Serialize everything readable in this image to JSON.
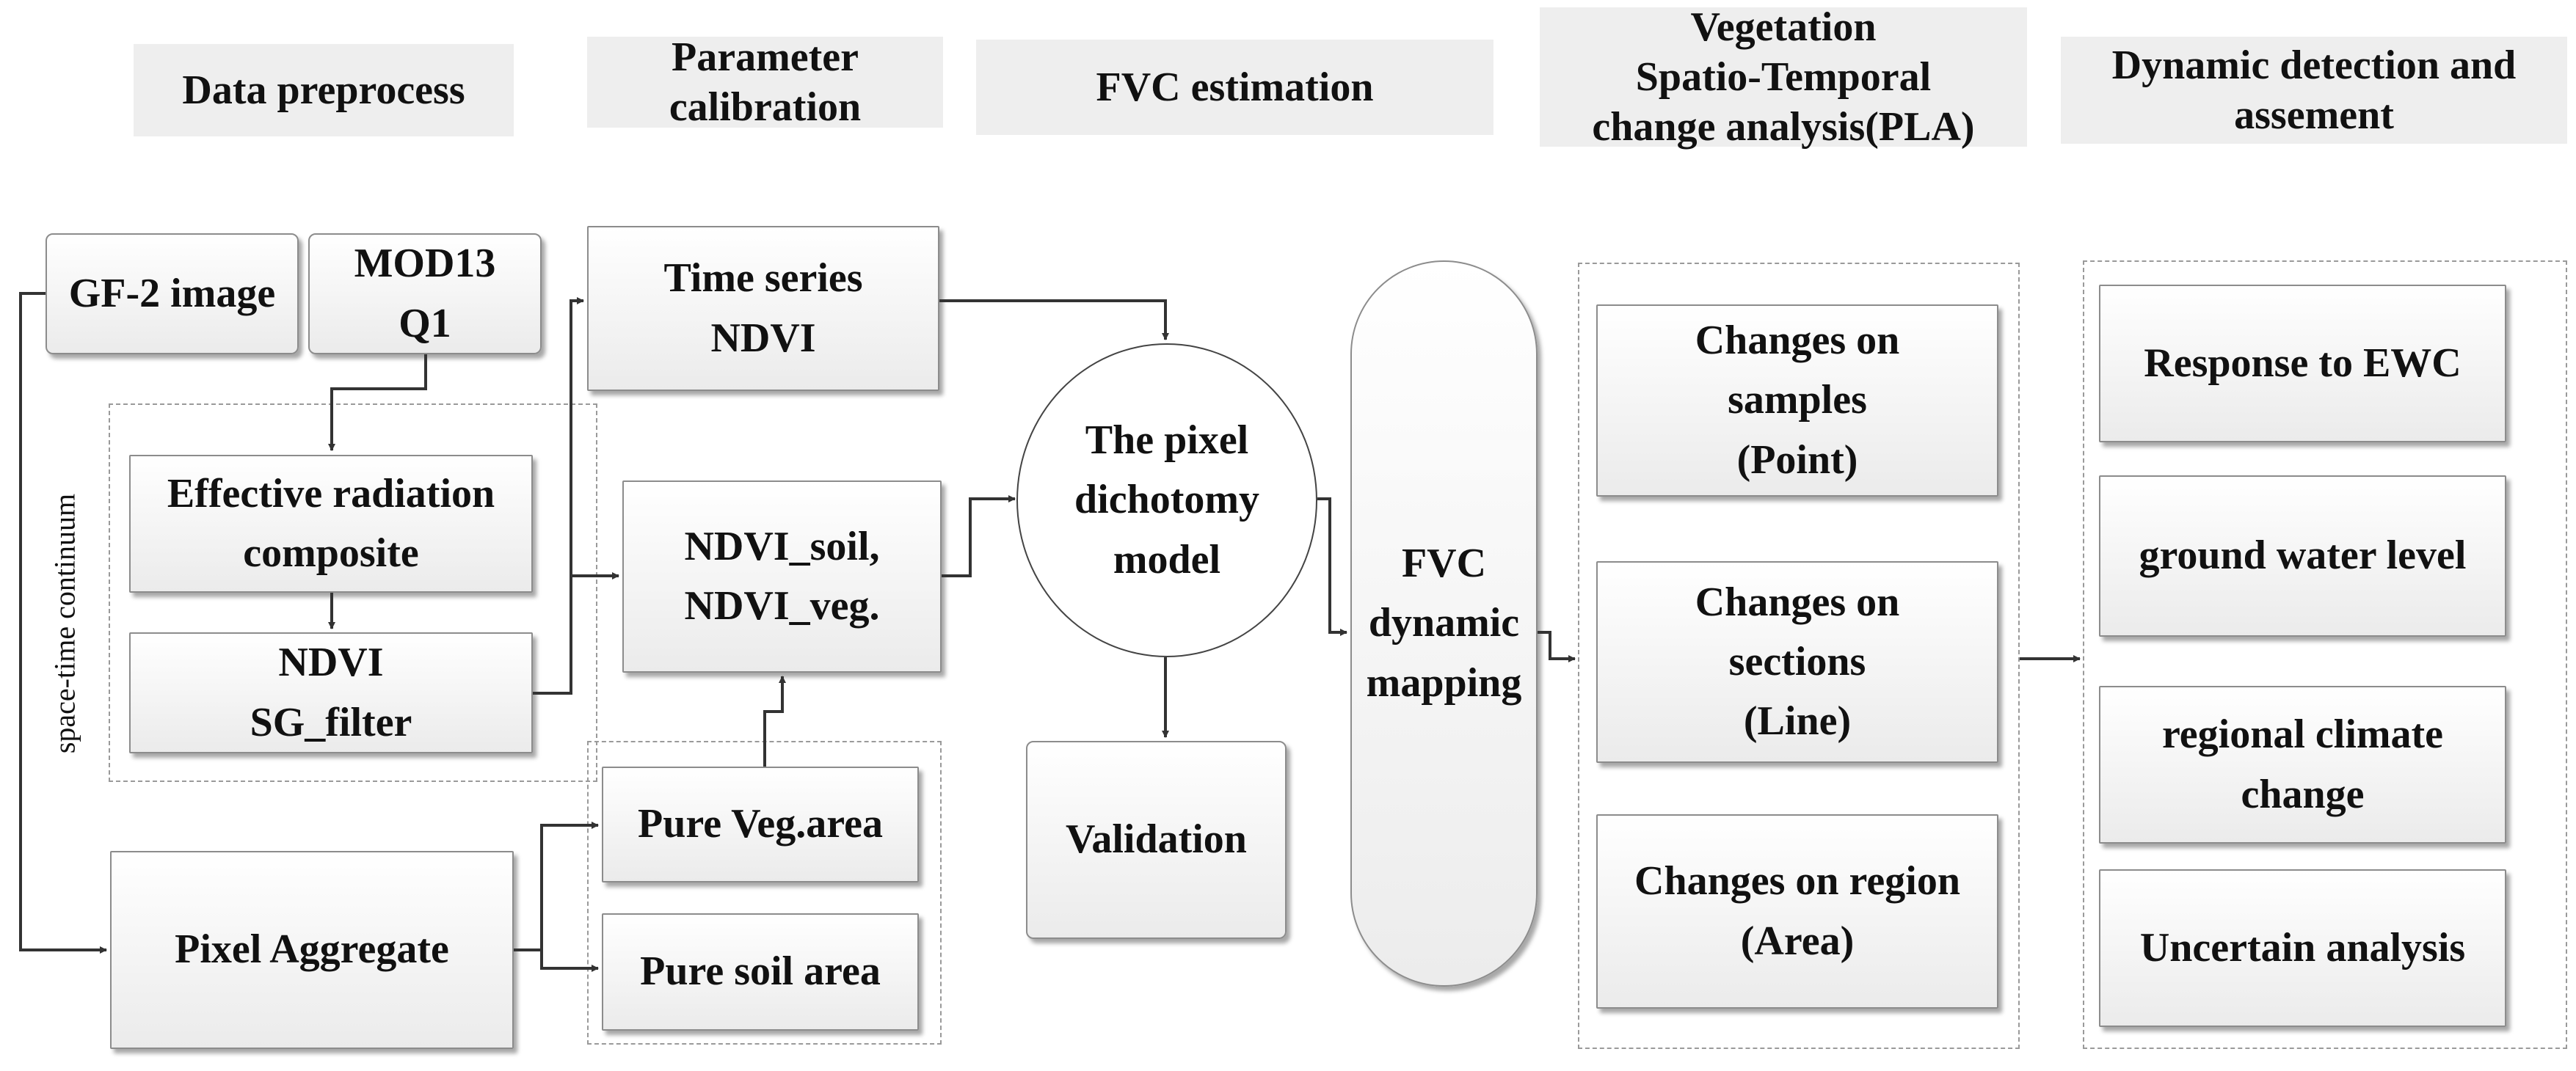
{
  "headers": {
    "col1": "Data preprocess",
    "col2": "Parameter\ncalibration",
    "col3": "FVC estimation",
    "col4": "Vegetation\nSpatio-Temporal\nchange analysis(PLA)",
    "col5": "Dynamic detection and\nassement"
  },
  "side_label": "space-time continuum",
  "nodes": {
    "gf2": "GF-2 image",
    "mod13": "MOD13\nQ1",
    "effective": "Effective radiation\ncomposite",
    "ndvi_sg": "NDVI\nSG_filter",
    "pixel_agg": "Pixel Aggregate",
    "time_series": "Time series\nNDVI",
    "ndvi_soil_veg": "NDVI_soil,\nNDVI_veg.",
    "pure_veg": "Pure Veg.area",
    "pure_soil": "Pure soil area",
    "pixel_model": "The pixel\ndichotomy\nmodel",
    "validation": "Validation",
    "fvc_mapping": "FVC\ndynamic\nmapping",
    "samples": "Changes on\nsamples\n(Point)",
    "sections": "Changes on\nsections\n(Line)",
    "region": "Changes on region\n(Area)",
    "ewc": "Response to EWC",
    "groundwater": "ground water level",
    "climate": "regional climate\nchange",
    "uncertain": "Uncertain analysis"
  }
}
